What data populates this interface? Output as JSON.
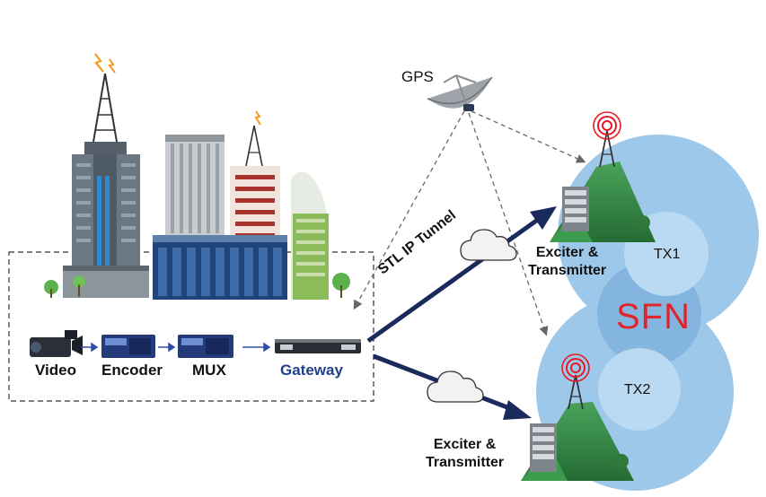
{
  "labels": {
    "gps": "GPS",
    "video": "Video",
    "encoder": "Encoder",
    "mux": "MUX",
    "gateway": "Gateway",
    "stl": "STL IP Tunnel",
    "tx1": "TX1",
    "tx2": "TX2",
    "sfn": "SFN",
    "exciter_top_1": "Exciter &",
    "exciter_top_2": "Transmitter",
    "exciter_bottom_1": "Exciter &",
    "exciter_bottom_2": "Transmitter"
  },
  "colors": {
    "coverage": "#9ec8ea",
    "coverage_inner": "#b9daf2",
    "sfn": "#e0242b",
    "gateway": "#1f3f8a",
    "arrow": "#1a2a5c",
    "mountain": "#2f8a43",
    "signal": "#e31b23"
  }
}
